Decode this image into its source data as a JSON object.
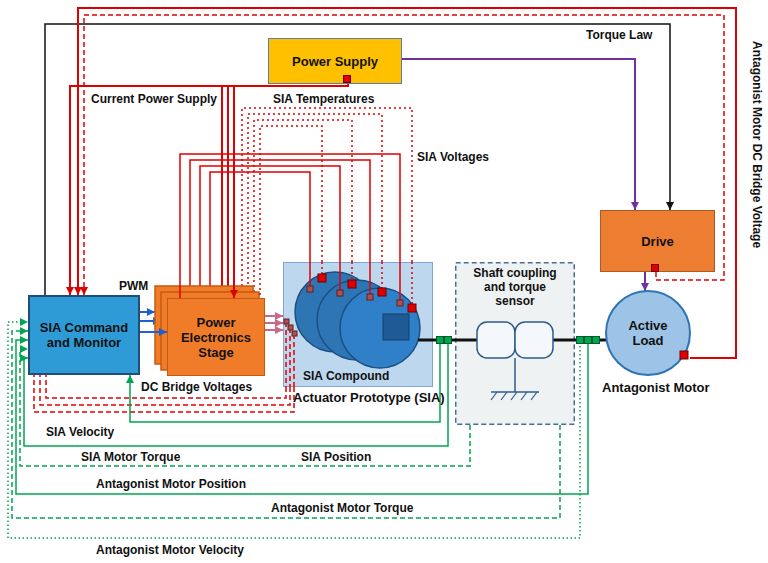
{
  "diagram": {
    "nodes": [
      {
        "text": [
          "Power Supply"
        ]
      },
      {
        "text": [
          "SIA Command and Monitor"
        ]
      },
      {
        "text": [
          "Power Electronics Stage"
        ]
      },
      {
        "text": [
          "SIA Compound",
          "Actuator Prototype (SIA)"
        ]
      },
      {
        "text": [
          "Shaft coupling and torque sensor"
        ]
      },
      {
        "text": [
          "Drive"
        ]
      },
      {
        "text": [
          "Active Load",
          "Antagonist Motor"
        ]
      }
    ],
    "edges": [
      {
        "from": 0,
        "to": 1,
        "arrow": "to",
        "label": "Current Power Supply"
      },
      {
        "from": 0,
        "to": 2,
        "arrow": "to"
      },
      {
        "from": 0,
        "to": 5,
        "arrow": "to"
      },
      {
        "from": 5,
        "to": 6,
        "arrow": "to"
      },
      {
        "from": 1,
        "to": 2,
        "arrow": "to",
        "label": "PWM"
      },
      {
        "from": 1,
        "to": 5,
        "arrow": "to",
        "label": "Torque Law"
      },
      {
        "from": 2,
        "to": 3,
        "arrow": "to"
      },
      {
        "from": 3,
        "to": 2,
        "arrow": "none",
        "label": "SIA Temperatures"
      },
      {
        "from": 3,
        "to": 2,
        "arrow": "none",
        "label": "SIA Voltages"
      },
      {
        "from": 3,
        "to": 1,
        "arrow": "none",
        "label": "DC Bridge Voltages"
      },
      {
        "from": 3,
        "to": 1,
        "arrow": "to",
        "label": "SIA Velocity"
      },
      {
        "from": 3,
        "to": 1,
        "arrow": "to",
        "label": "SIA Position"
      },
      {
        "from": 4,
        "to": 1,
        "arrow": "to",
        "label": "SIA Motor Torque"
      },
      {
        "from": 6,
        "to": 1,
        "arrow": "to",
        "label": "Antagonist Motor Position"
      },
      {
        "from": 4,
        "to": 1,
        "arrow": "to",
        "label": "Antagonist Motor Torque"
      },
      {
        "from": 6,
        "to": 1,
        "arrow": "to",
        "label": "Antagonist Motor Velocity"
      },
      {
        "from": 6,
        "to": 1,
        "arrow": "to"
      },
      {
        "from": 5,
        "to": 1,
        "arrow": "to"
      },
      {
        "from": 3,
        "to": 4,
        "arrow": "none"
      },
      {
        "from": 4,
        "to": 6,
        "arrow": "none"
      }
    ],
    "labels": [
      "Antagonist Motor DC Bridge Voltage"
    ]
  }
}
